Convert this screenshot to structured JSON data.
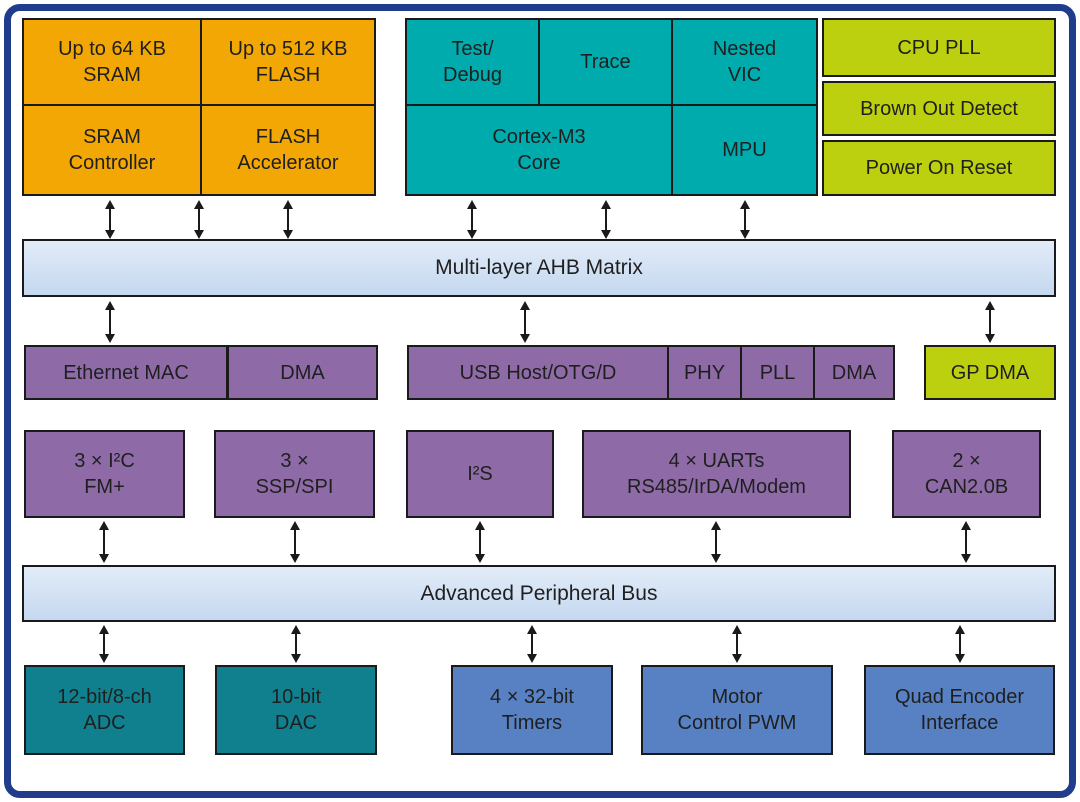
{
  "colors": {
    "frame_navy": "#203D8C",
    "memory_orange": "#F2A705",
    "cpu_teal": "#00ABAE",
    "system_green": "#BDD010",
    "bus_light_blue": "#CADCF2",
    "peripheral_purple": "#8E6BA7",
    "analog_dark_teal": "#10808E",
    "timer_blue": "#5781C3",
    "line_black": "#1A1A1A"
  },
  "blocks": {
    "memory": {
      "sram": "Up to 64 KB\nSRAM",
      "flash": "Up to 512 KB\nFLASH",
      "sram_controller": "SRAM\nController",
      "flash_accelerator": "FLASH\nAccelerator"
    },
    "cpu": {
      "test_debug": "Test/\nDebug",
      "trace": "Trace",
      "nested_vic": "Nested\nVIC",
      "core": "Cortex-M3\nCore",
      "mpu": "MPU"
    },
    "system": {
      "cpu_pll": "CPU PLL",
      "brown_out_detect": "Brown Out Detect",
      "power_on_reset": "Power On Reset"
    },
    "ahb_bus": "Multi-layer AHB Matrix",
    "ahb_peripherals": {
      "ethernet_mac": "Ethernet MAC",
      "ethernet_dma": "DMA",
      "usb_host": "USB Host/OTG/D",
      "usb_phy": "PHY",
      "usb_pll": "PLL",
      "usb_dma": "DMA",
      "gp_dma": "GP DMA"
    },
    "apb_peripherals": {
      "i2c": "3 × I²C\nFM+",
      "ssp_spi": "3 ×\nSSP/SPI",
      "i2s": "I²S",
      "uarts": "4 × UARTs\nRS485/IrDA/Modem",
      "can": "2 ×\nCAN2.0B"
    },
    "apb_bus": "Advanced Peripheral Bus",
    "analog": {
      "adc": "12-bit/8-ch\nADC",
      "dac": "10-bit\nDAC"
    },
    "control": {
      "timers": "4 × 32-bit\nTimers",
      "motor_pwm": "Motor\nControl PWM",
      "quad_encoder": "Quad Encoder\nInterface"
    }
  }
}
